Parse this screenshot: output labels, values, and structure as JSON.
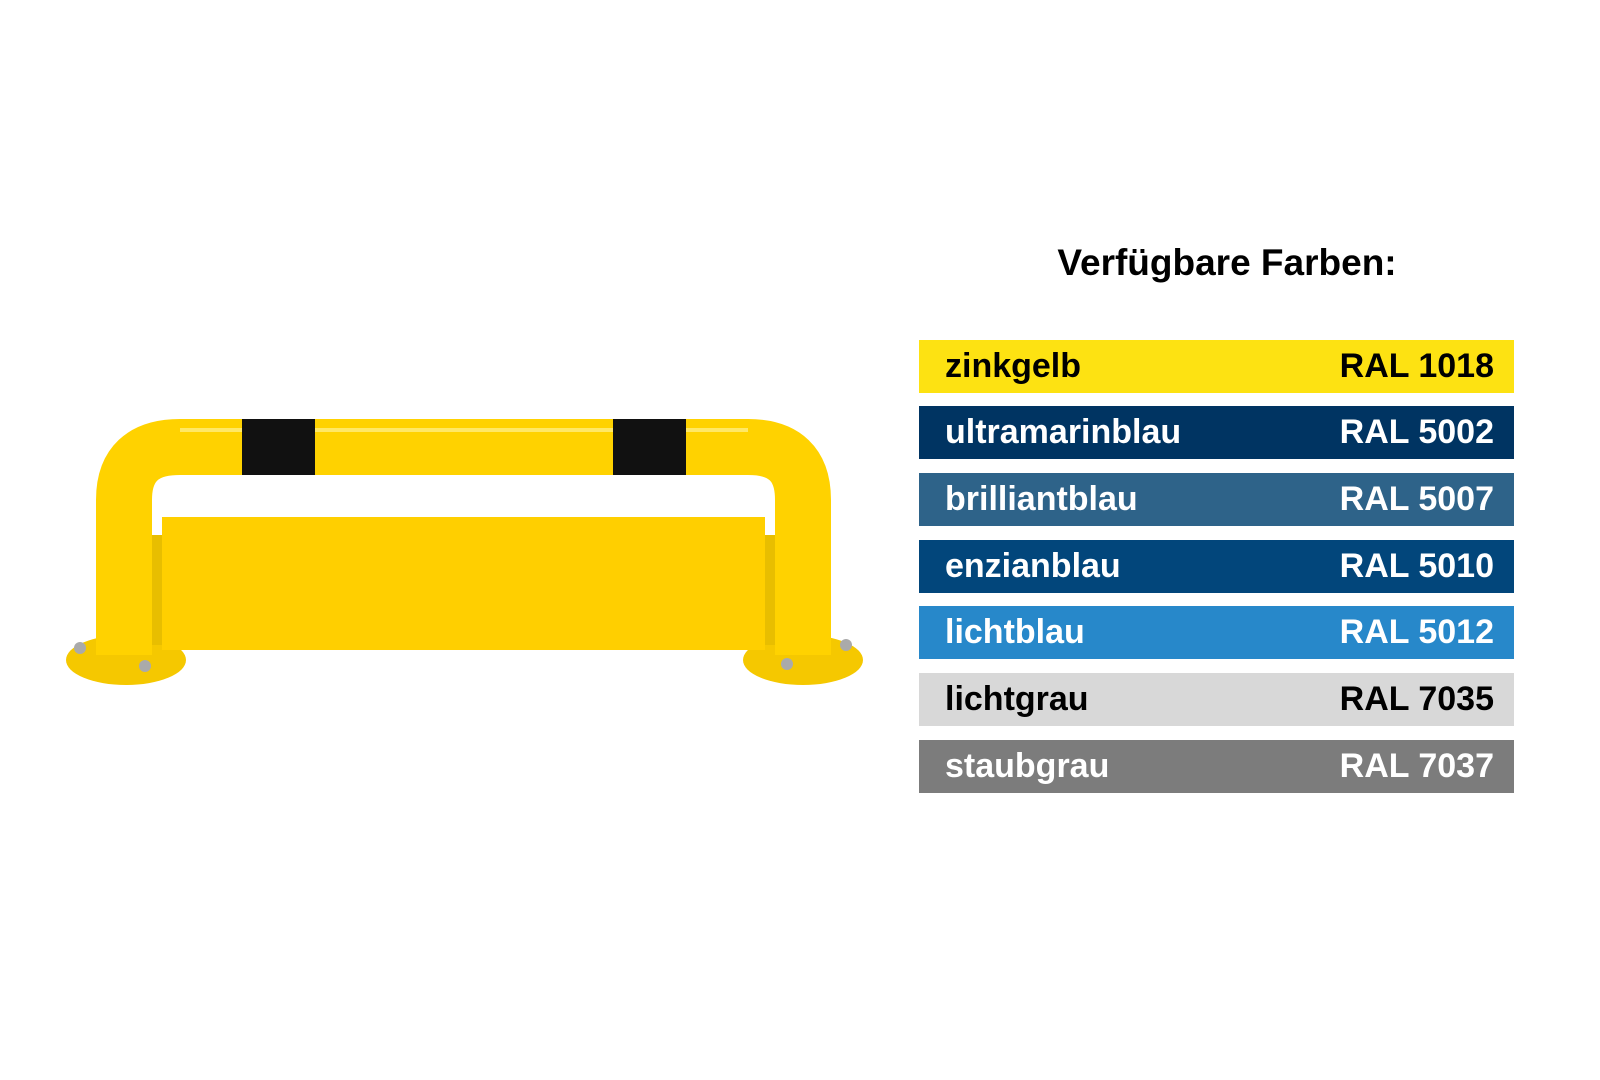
{
  "title": "Verfügbare Farben:",
  "colors": [
    {
      "name": "zinkgelb",
      "code": "RAL 1018",
      "bg": "#FDE212",
      "fg": "#000000"
    },
    {
      "name": "ultramarinblau",
      "code": "RAL 5002",
      "bg": "#003462",
      "fg": "#FFFFFF"
    },
    {
      "name": "brilliantblau",
      "code": "RAL 5007",
      "bg": "#2E6389",
      "fg": "#FFFFFF"
    },
    {
      "name": "enzianblau",
      "code": "RAL 5010",
      "bg": "#02467B",
      "fg": "#FFFFFF"
    },
    {
      "name": "lichtblau",
      "code": "RAL 5012",
      "bg": "#2788CA",
      "fg": "#FFFFFF"
    },
    {
      "name": "lichtgrau",
      "code": "RAL 7035",
      "bg": "#D8D8D8",
      "fg": "#000000"
    },
    {
      "name": "staubgrau",
      "code": "RAL 7037",
      "bg": "#7C7C7C",
      "fg": "#FFFFFF"
    }
  ],
  "product_colors": {
    "tube": "#FFD200",
    "band": "#111111"
  }
}
